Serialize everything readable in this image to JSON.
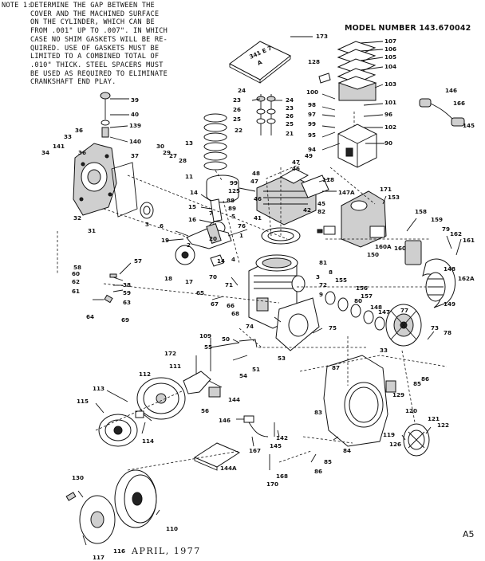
{
  "note": {
    "label": "NOTE 1:",
    "lines": [
      "DETERMINE THE GAP BETWEEN THE",
      "COVER AND THE MACHINED SURFACE",
      "ON THE CYLINDER, WHICH CAN BE",
      "FROM .001\" UP TO .007\". IN WHICH",
      "CASE NO SHIM GASKETS WILL BE RE-",
      "QUIRED. USE OF GASKETS MUST BE",
      "LIMITED TO A COMBINED TOTAL OF",
      ".010\" THICK. STEEL SPACERS MUST",
      "BE USED AS REQUIRED TO ELIMINATE",
      "CRANKSHAFT END PLAY."
    ]
  },
  "model_number": "MODEL NUMBER 143.670042",
  "date": "APRIL, 1977",
  "sheet_id": "A5",
  "manual_label": [
    "341 E 7",
    "A"
  ],
  "callouts": [
    {
      "text": "173"
    },
    {
      "text": "107"
    },
    {
      "text": "106"
    },
    {
      "text": "105"
    },
    {
      "text": "104"
    },
    {
      "text": "128"
    },
    {
      "text": "103"
    },
    {
      "text": "100"
    },
    {
      "text": "101"
    },
    {
      "text": "98"
    },
    {
      "text": "97"
    },
    {
      "text": "96"
    },
    {
      "text": "99"
    },
    {
      "text": "102"
    },
    {
      "text": "95"
    },
    {
      "text": "94"
    },
    {
      "text": "90"
    },
    {
      "text": "146"
    },
    {
      "text": "166"
    },
    {
      "text": "145"
    },
    {
      "text": "39"
    },
    {
      "text": "40"
    },
    {
      "text": "139"
    },
    {
      "text": "140"
    },
    {
      "text": "36"
    },
    {
      "text": "33"
    },
    {
      "text": "141"
    },
    {
      "text": "34"
    },
    {
      "text": "36"
    },
    {
      "text": "37"
    },
    {
      "text": "30"
    },
    {
      "text": "29"
    },
    {
      "text": "27"
    },
    {
      "text": "28"
    },
    {
      "text": "24"
    },
    {
      "text": "23"
    },
    {
      "text": "26"
    },
    {
      "text": "25"
    },
    {
      "text": "22"
    },
    {
      "text": "24"
    },
    {
      "text": "23"
    },
    {
      "text": "26"
    },
    {
      "text": "25"
    },
    {
      "text": "21"
    },
    {
      "text": "13"
    },
    {
      "text": "49"
    },
    {
      "text": "47"
    },
    {
      "text": "46"
    },
    {
      "text": "48"
    },
    {
      "text": "47"
    },
    {
      "text": "11"
    },
    {
      "text": "118"
    },
    {
      "text": "147A"
    },
    {
      "text": "171"
    },
    {
      "text": "153"
    },
    {
      "text": "99"
    },
    {
      "text": "125"
    },
    {
      "text": "88"
    },
    {
      "text": "89"
    },
    {
      "text": "46"
    },
    {
      "text": "45"
    },
    {
      "text": "42"
    },
    {
      "text": "82"
    },
    {
      "text": "41"
    },
    {
      "text": "14"
    },
    {
      "text": "15"
    },
    {
      "text": "16"
    },
    {
      "text": "32"
    },
    {
      "text": "31"
    },
    {
      "text": "3"
    },
    {
      "text": "6"
    },
    {
      "text": "7"
    },
    {
      "text": "5"
    },
    {
      "text": "76"
    },
    {
      "text": "1"
    },
    {
      "text": "20"
    },
    {
      "text": "19"
    },
    {
      "text": "2"
    },
    {
      "text": "81"
    },
    {
      "text": "158"
    },
    {
      "text": "159"
    },
    {
      "text": "79"
    },
    {
      "text": "160"
    },
    {
      "text": "160A"
    },
    {
      "text": "150"
    },
    {
      "text": "162"
    },
    {
      "text": "161"
    },
    {
      "text": "148"
    },
    {
      "text": "162A"
    },
    {
      "text": "57"
    },
    {
      "text": "18"
    },
    {
      "text": "17"
    },
    {
      "text": "14"
    },
    {
      "text": "4"
    },
    {
      "text": "70"
    },
    {
      "text": "71"
    },
    {
      "text": "58"
    },
    {
      "text": "60"
    },
    {
      "text": "62"
    },
    {
      "text": "61"
    },
    {
      "text": "38"
    },
    {
      "text": "59"
    },
    {
      "text": "63"
    },
    {
      "text": "8"
    },
    {
      "text": "3"
    },
    {
      "text": "72"
    },
    {
      "text": "9"
    },
    {
      "text": "155"
    },
    {
      "text": "80"
    },
    {
      "text": "156"
    },
    {
      "text": "157"
    },
    {
      "text": "148"
    },
    {
      "text": "147"
    },
    {
      "text": "149"
    },
    {
      "text": "65"
    },
    {
      "text": "67"
    },
    {
      "text": "66"
    },
    {
      "text": "68"
    },
    {
      "text": "64"
    },
    {
      "text": "69"
    },
    {
      "text": "74"
    },
    {
      "text": "75"
    },
    {
      "text": "77"
    },
    {
      "text": "73"
    },
    {
      "text": "78"
    },
    {
      "text": "33"
    },
    {
      "text": "109"
    },
    {
      "text": "55"
    },
    {
      "text": "50"
    },
    {
      "text": "53"
    },
    {
      "text": "172"
    },
    {
      "text": "111"
    },
    {
      "text": "112"
    },
    {
      "text": "54"
    },
    {
      "text": "51"
    },
    {
      "text": "87"
    },
    {
      "text": "85"
    },
    {
      "text": "86"
    },
    {
      "text": "113"
    },
    {
      "text": "115"
    },
    {
      "text": "144"
    },
    {
      "text": "56"
    },
    {
      "text": "114"
    },
    {
      "text": "146"
    },
    {
      "text": "129"
    },
    {
      "text": "83"
    },
    {
      "text": "120"
    },
    {
      "text": "121"
    },
    {
      "text": "122"
    },
    {
      "text": "119"
    },
    {
      "text": "126"
    },
    {
      "text": "142"
    },
    {
      "text": "167"
    },
    {
      "text": "145"
    },
    {
      "text": "84"
    },
    {
      "text": "144A"
    },
    {
      "text": "168"
    },
    {
      "text": "170"
    },
    {
      "text": "85"
    },
    {
      "text": "86"
    },
    {
      "text": "130"
    },
    {
      "text": "110"
    },
    {
      "text": "116"
    },
    {
      "text": "117"
    }
  ]
}
